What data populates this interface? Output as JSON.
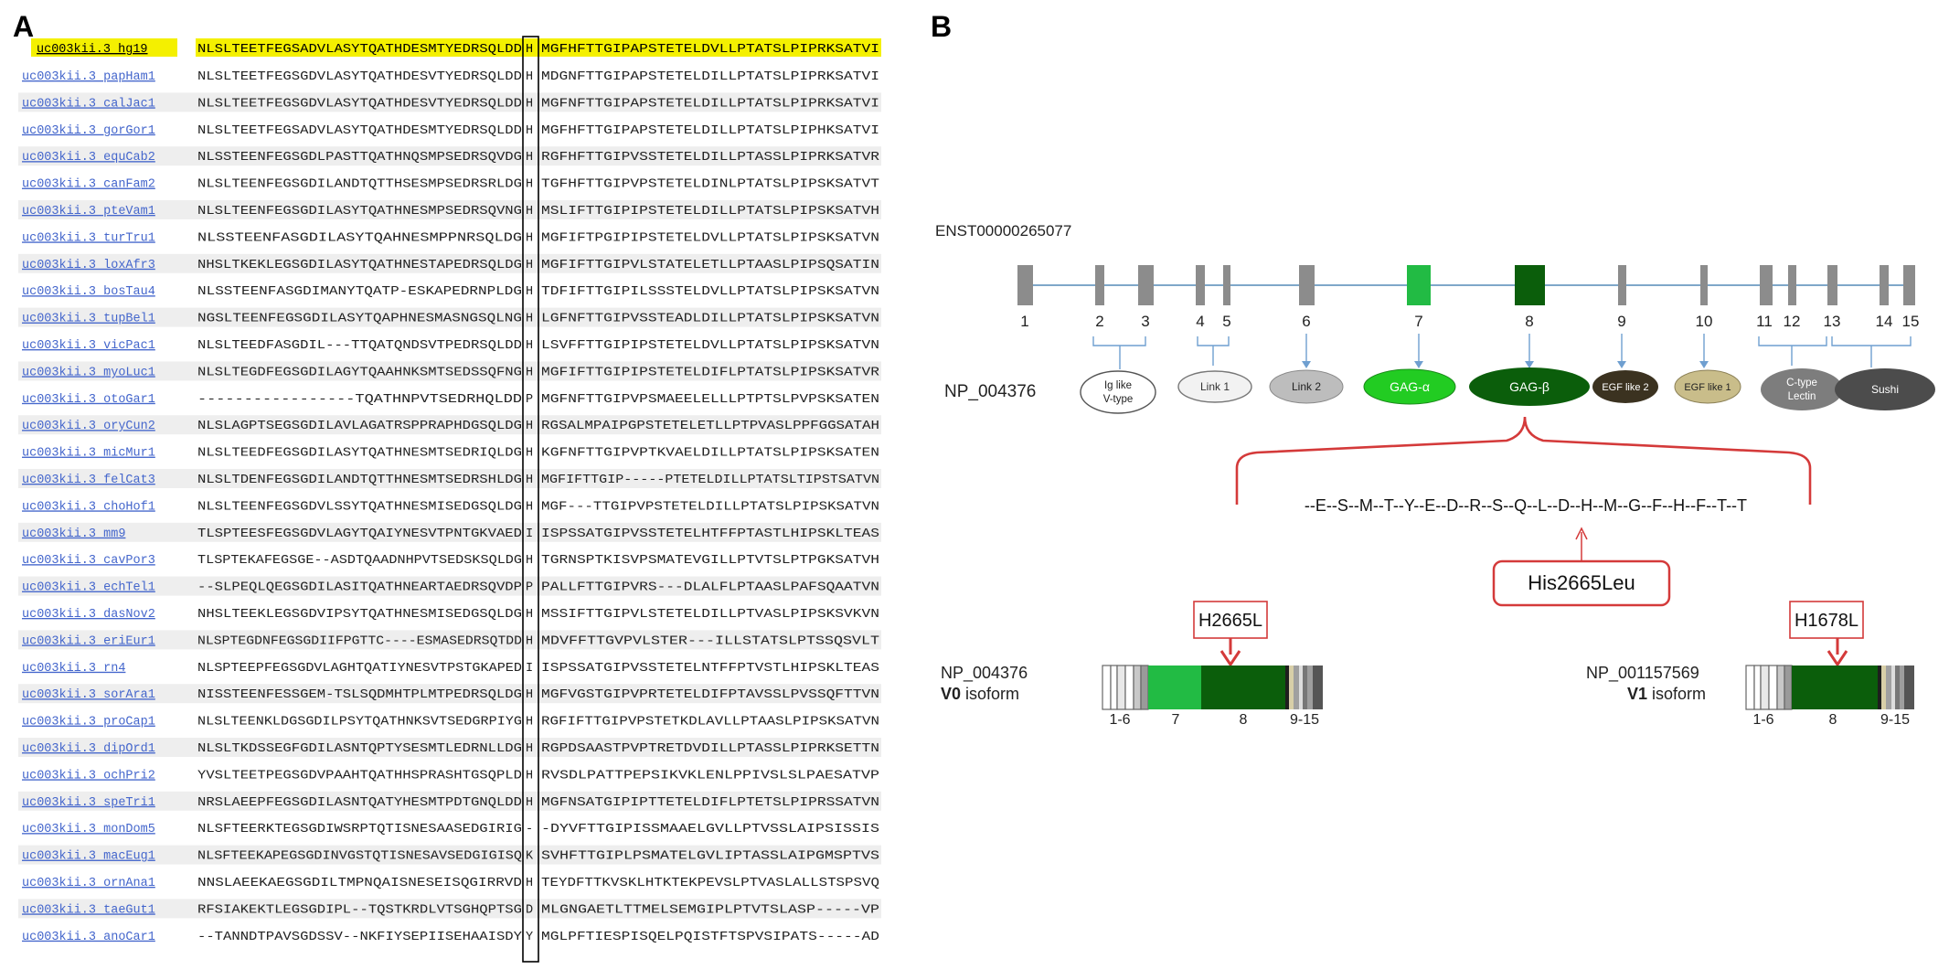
{
  "panel_a": {
    "label": "A",
    "reference": {
      "species": "uc003kii.3 hg19",
      "left": "NLSLTEETFEGSADVLASYTQATHDESMTYEDRSQLDD",
      "highlight": "H",
      "right": "MGFHFTTGIPAPSTETELDVLLPTATSLPIPRKSATVI"
    },
    "rows": [
      {
        "species": "uc003kii.3 papHam1",
        "left": "NLSLTEETFEGSGDVLASYTQATHDESVTYEDRSQLDD",
        "mid": "H",
        "right": "MDGNFTTGIPAPSTETELDILLPTATSLPIPRKSATVI"
      },
      {
        "species": "uc003kii.3 calJac1",
        "left": "NLSLTEETFEGSGDVLASYTQATHDESVTYEDRSQLDD",
        "mid": "H",
        "right": "MGFNFTTGIPAPSTETELDILLPTATSLPIPRKSATVI"
      },
      {
        "species": "uc003kii.3 gorGor1",
        "left": "NLSLTEETFEGSADVLASYTQATHDESMTYEDRSQLDD",
        "mid": "H",
        "right": "MGFHFTTGIPAPSTETELDILLPTATSLPIPHKSATVI"
      },
      {
        "species": "uc003kii.3 equCab2",
        "left": "NLSSTEENFEGSGDLPASTTQATHNQSMPSEDRSQVDG",
        "mid": "H",
        "right": "RGFHFTTGIPVSSTETELDILLPTASSLPIPRKSATVR"
      },
      {
        "species": "uc003kii.3 canFam2",
        "left": "NLSLTEENFEGSGDILANDTQTTHSESMPSEDRSRLDG",
        "mid": "H",
        "right": "TGFHFTTGIPVPSTETELDINLPTATSLPIPSKSATVT"
      },
      {
        "species": "uc003kii.3 pteVam1",
        "left": "NLSLTEENFEGSGDILASYTQATHNESMPSEDRSQVNG",
        "mid": "H",
        "right": "MSLIFTTGIPIPSTETELDILLPTATSLPIPSKSATVH"
      },
      {
        "species": "uc003kii.3 turTru1",
        "left": "NLSSTEENFASGDILASYTQAHNESMPPNRSQLDG",
        "mid": "H",
        "right": "MGFIFTPGIPIPSTETELDVLLPTATSLPIPSKSATVN"
      },
      {
        "species": "uc003kii.3 loxAfr3",
        "left": "NHSLTKEKLEGSGDILASYTQATHNESTAPEDRSQLDG",
        "mid": "H",
        "right": "MGFIFTTGIPVLSTATELETLLPTAASLPIPSQSATIN"
      },
      {
        "species": "uc003kii.3 bosTau4",
        "left": "NLSSTEENFASGDIMANYTQATP-ESKAPEDRNPLDG",
        "mid": "H",
        "right": "TDFIFTTGIPILSSSTELDVLLPTATSLPIPSKSATVN"
      },
      {
        "species": "uc003kii.3 tupBel1",
        "left": "NGSLTEENFEGSGDILASYTQAPHNESMASNGSQLNG",
        "mid": "H",
        "right": "LGFNFTTGIPVSSTEADLDILLPTATSLPIPSKSATVN"
      },
      {
        "species": "uc003kii.3 vicPac1",
        "left": "NLSLTEEDFASGDIL---TTQATQNDSVTPEDRSQLDD",
        "mid": "H",
        "right": "LSVFFTTGIPIPSTETELDVLLPTATSLPIPSKSATVN"
      },
      {
        "species": "uc003kii.3 myoLuc1",
        "left": "NLSLTEGDFEGSGDILAGYTQAAHNKSMTSEDSSQFNG",
        "mid": "H",
        "right": "MGFIFTTGIPIPSTETELDIFLPTATSLPIPSKSATVR"
      },
      {
        "species": "uc003kii.3 otoGar1",
        "left": "-----------------TQATHNPVTSEDRHQLDD",
        "mid": "P",
        "right": "MGFNFTTGIPVPSMAEELELLLPTPTSLPVPSKSATEN"
      },
      {
        "species": "uc003kii.3 oryCun2",
        "left": "NLSLAGPTSEGSGDILAVLAGATRSPPRAPHDGSQLDG",
        "mid": "H",
        "right": "RGSALMPAIPGPSTETELETLLPTPVASLPPFGGSATAH"
      },
      {
        "species": "uc003kii.3 micMur1",
        "left": "NLSLTEEDFEGSGDILASYTQATHNESMTSEDRIQLDG",
        "mid": "H",
        "right": "KGFNFTTGIPVPTKVAELDILLPTATSLPIPSKSATEN"
      },
      {
        "species": "uc003kii.3 felCat3",
        "left": "NLSLTDENFEGSGDILANDTQTTHNESMTSEDRSHLDG",
        "mid": "H",
        "right": "MGFIFTTGIP-----PTETELDILLPTATSLTIPSTSATVN"
      },
      {
        "species": "uc003kii.3 choHof1",
        "left": "NLSLTEENFEGSGDVLSSYTQATHNESMISEDGSQLDG",
        "mid": "H",
        "right": "MGF---TTGIPVPSTETELDILLPTATSLPIPSKSATVN"
      },
      {
        "species": "uc003kii.3 mm9",
        "left": "TLSPTEESFEGSGDVLAGYTQAIYNESVTPNTGKVAED",
        "mid": "I",
        "right": "ISPSSATGIPVSSTETELHTFFPTASTLHIPSKLTEAS"
      },
      {
        "species": "uc003kii.3 cavPor3",
        "left": "TLSPTEKAFEGSGE--ASDTQAADNHPVTSEDSKSQLDG",
        "mid": "H",
        "right": "TGRNSPTKISVPSMATEVGILLPTVTSLPTPGKSATVH"
      },
      {
        "species": "uc003kii.3 echTel1",
        "left": "--SLPEQLQEGSGDILASITQATHNEARTAEDRSQVDP",
        "mid": "P",
        "right": "PALLFTTGIPVRS---DLALFLPTAASLPAFSQAATVN"
      },
      {
        "species": "uc003kii.3 dasNov2",
        "left": "NHSLTEEKLEGSGDVIPSYTQATHNESMISEDGSQLDG",
        "mid": "H",
        "right": "MSSIFTTGIPVLSTETELDILLPTVASLPIPSKSVKVN"
      },
      {
        "species": "uc003kii.3 eriEur1",
        "left": "NLSPTEGDNFEGSGDIIFPGTTC----ESMASEDRSQTDD",
        "mid": "H",
        "right": "MDVFFTTGVPVLSTER---ILLSTATSLPTSSQSVLT"
      },
      {
        "species": "uc003kii.3 rn4",
        "left": "NLSPTEEPFEGSGDVLAGHTQATIYNESVTPSTGKAPED",
        "mid": "I",
        "right": "ISPSSATGIPVSSTETELNTFFPTVSTLHIPSKLTEAS"
      },
      {
        "species": "uc003kii.3 sorAra1",
        "left": "NISSTEENFESSGEM-TSLSQDMHTPLMTPEDRSQLDG",
        "mid": "H",
        "right": "MGFVGSTGIPVPRTETELDIFPTAVSSLPVSSQFTTVN"
      },
      {
        "species": "uc003kii.3 proCap1",
        "left": "NLSLTEENKLDGSGDILPSYTQATHNKSVTSEDGRPIYG",
        "mid": "H",
        "right": "RGFIFTTGIPVPSTETKDLAVLLPTAASLPIPSKSATVN"
      },
      {
        "species": "uc003kii.3 dipOrd1",
        "left": "NLSLTKDSSEGFGDILASNTQPTYSESMTLEDRNLLDG",
        "mid": "H",
        "right": "RGPDSAASTPVPTRETDVDILLPTASSLPIPRKSETTN"
      },
      {
        "species": "uc003kii.3 ochPri2",
        "left": "YVSLTEETPEGSGDVPAAHTQATHHSPRASHTGSQPLD",
        "mid": "H",
        "right": "RVSDLPATTPEPSIKVKLENLPPIVSLSLPAESATVP"
      },
      {
        "species": "uc003kii.3 speTri1",
        "left": "NRSLAEEPFEGSGDILASNTQATYHESMTPDTGNQLDD",
        "mid": "H",
        "right": "MGFNSATGIPIPTTETELDIFLPTETSLPIPRSSATVN"
      },
      {
        "species": "uc003kii.3 monDom5",
        "left": "NLSFTEERKTEGSGDIWSRPTQTISNESAASEDGIRIG",
        "mid": "-",
        "right": "-DYVFTTGIPISSMAAELGVLLPTVSSLAIPSISSIS"
      },
      {
        "species": "uc003kii.3 macEug1",
        "left": "NLSFTEEKAPEGSGDINVGSTQTISNESAVSEDGIGISQ",
        "mid": "K",
        "right": "SVHFTTGIPLPSMATELGVLIPTASSLAIPGMSPTVS"
      },
      {
        "species": "uc003kii.3 ornAna1",
        "left": "NNSLAEEKAEGSGDILTMPNQAISNESEISQGIRRVD",
        "mid": "H",
        "right": "TEYDFTTKVSKLHTKTEKPEVSLPTVASLALLSTSPSVQ"
      },
      {
        "species": "uc003kii.3 taeGut1",
        "left": "RFSIAKEKTLEGSGDIPL--TQSTKRDLVTSGHQPTSG",
        "mid": "D",
        "right": "MLGNGAETLTTMELSEMGIPLPTVTSLASP-----VP"
      },
      {
        "species": "uc003kii.3 anoCar1",
        "left": "--TANNDTPAVSGDSSV--NKFIYSEPIISEHAAISDY",
        "mid": "Y",
        "right": "MGLPFTIESPISQELPQISTFTSPVSIPATS-----AD"
      }
    ]
  },
  "panel_b": {
    "label": "B",
    "transcript_id": "ENST00000265077",
    "exon_numbers": [
      "1",
      "2",
      "3",
      "4",
      "5",
      "6",
      "7",
      "8",
      "9",
      "10",
      "11",
      "12",
      "13",
      "14",
      "15"
    ],
    "protein_id": "NP_004376",
    "domains": [
      {
        "lines": [
          "Ig like",
          "V-type"
        ]
      },
      {
        "lines": [
          "Link 1"
        ]
      },
      {
        "lines": [
          "Link 2"
        ]
      },
      {
        "lines": [
          "GAG-α"
        ]
      },
      {
        "lines": [
          "GAG-β"
        ]
      },
      {
        "lines": [
          "EGF like 2"
        ]
      },
      {
        "lines": [
          "EGF like 1"
        ]
      },
      {
        "lines": [
          "C-type",
          "Lectin"
        ]
      },
      {
        "lines": [
          "Sushi"
        ]
      }
    ],
    "sequence": "--E--S--M--T--Y--E--D--R--S--Q--L--D--H--M--G--F--H--F--T--T",
    "mutation_label": "His2665Leu",
    "v0": {
      "mutation": "H2665L",
      "protein_id": "NP_004376",
      "isoform_bold": "V0",
      "isoform_rest": " isoform",
      "labels": [
        "1-6",
        "7",
        "8",
        "9-15"
      ]
    },
    "v1": {
      "mutation": "H1678L",
      "protein_id": "NP_001157569",
      "isoform_bold": "V1",
      "isoform_rest": " isoform",
      "labels": [
        "1-6",
        "8",
        "9-15"
      ]
    }
  },
  "colors": {
    "gag_alpha": "#22bb44",
    "gag_beta": "#0b5e0b",
    "exon_gray": "#8c8c8c",
    "link_blue": "#6f9fd0",
    "red": "#d43a3a",
    "highlight_yellow": "#f4f000"
  }
}
